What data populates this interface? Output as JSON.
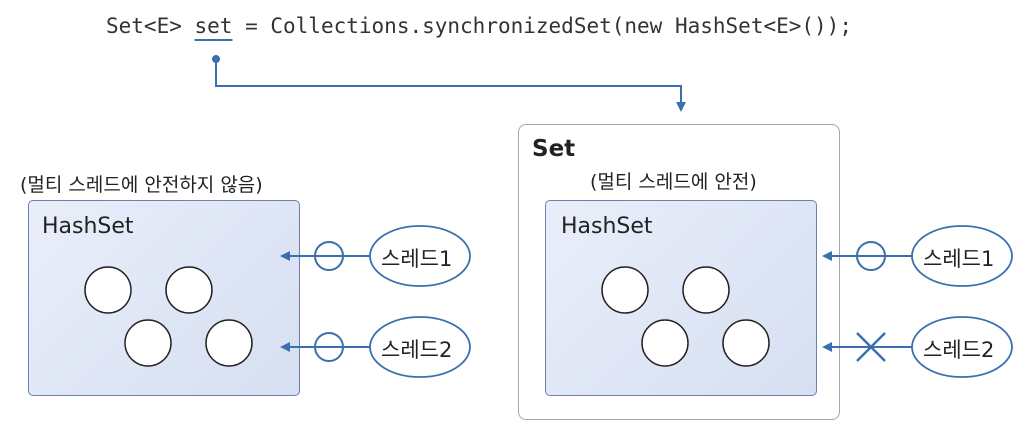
{
  "code": {
    "before": "Set<E> ",
    "var": "set",
    "after": " = Collections.synchronizedSet(new HashSet<E>());"
  },
  "left": {
    "caption": "(멀티 스레드에 안전하지 않음)",
    "box_title": "HashSet",
    "thread1": "스레드1",
    "thread2": "스레드2"
  },
  "right": {
    "outer_title": "Set",
    "caption": "(멀티 스레드에 안전)",
    "box_title": "HashSet",
    "thread1": "스레드1",
    "thread2": "스레드2"
  },
  "colors": {
    "accent": "#3a6fb0",
    "box_border": "#6c82ad",
    "box_fill": "#dde4f4"
  }
}
